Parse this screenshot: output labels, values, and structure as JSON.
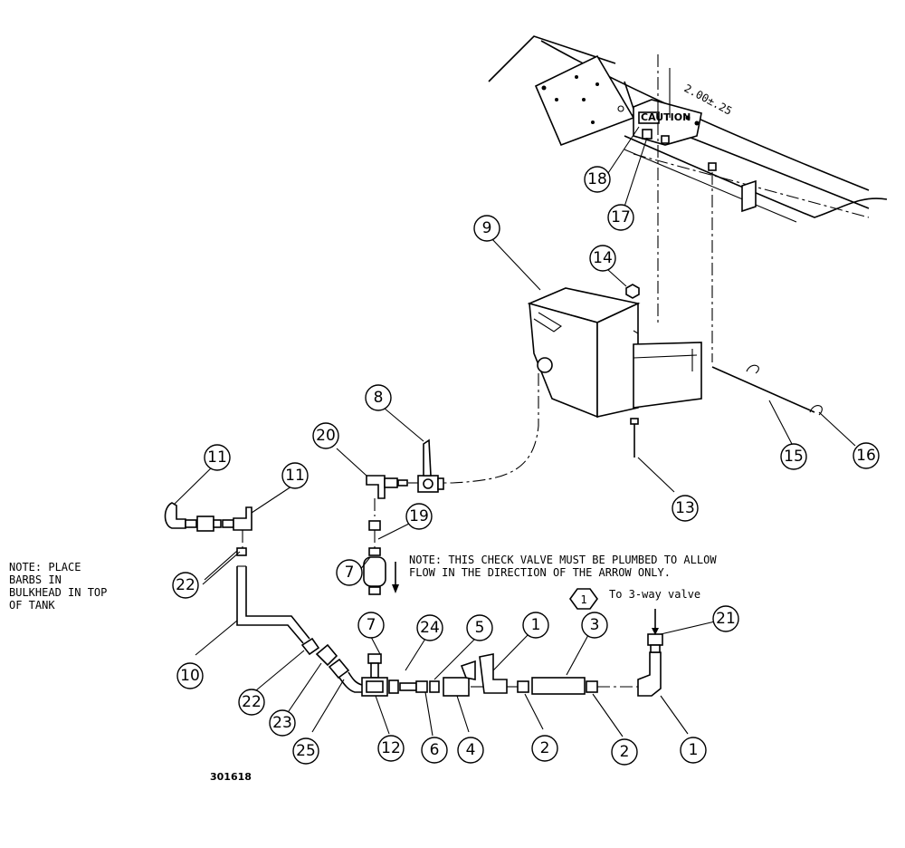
{
  "balloons": [
    {
      "id": "b1",
      "label": "1"
    },
    {
      "id": "b1b",
      "label": "1"
    },
    {
      "id": "b2",
      "label": "2"
    },
    {
      "id": "b2b",
      "label": "2"
    },
    {
      "id": "b3",
      "label": "3"
    },
    {
      "id": "b4",
      "label": "4"
    },
    {
      "id": "b5",
      "label": "5"
    },
    {
      "id": "b6",
      "label": "6"
    },
    {
      "id": "b7",
      "label": "7"
    },
    {
      "id": "b7b",
      "label": "7"
    },
    {
      "id": "b8",
      "label": "8"
    },
    {
      "id": "b9",
      "label": "9"
    },
    {
      "id": "b10",
      "label": "10"
    },
    {
      "id": "b11",
      "label": "11"
    },
    {
      "id": "b11b",
      "label": "11"
    },
    {
      "id": "b12",
      "label": "12"
    },
    {
      "id": "b13",
      "label": "13"
    },
    {
      "id": "b14",
      "label": "14"
    },
    {
      "id": "b15",
      "label": "15"
    },
    {
      "id": "b16",
      "label": "16"
    },
    {
      "id": "b17",
      "label": "17"
    },
    {
      "id": "b18",
      "label": "18"
    },
    {
      "id": "b19",
      "label": "19"
    },
    {
      "id": "b20",
      "label": "20"
    },
    {
      "id": "b21",
      "label": "21"
    },
    {
      "id": "b22",
      "label": "22"
    },
    {
      "id": "b22b",
      "label": "22"
    },
    {
      "id": "b23",
      "label": "23"
    },
    {
      "id": "b24",
      "label": "24"
    },
    {
      "id": "b25",
      "label": "25"
    }
  ],
  "notes": {
    "barbs_line1": "NOTE: PLACE",
    "barbs_line2": "BARBS IN",
    "barbs_line3": "BULKHEAD IN TOP",
    "barbs_line4": "OF TANK",
    "check_line1": "NOTE: THIS CHECK VALVE MUST BE PLUMBED TO ALLOW",
    "check_line2": "FLOW IN THE DIRECTION OF THE ARROW ONLY."
  },
  "hex_note": "1",
  "to_valve": "To 3-way valve",
  "dimension": "2.00±.25",
  "drawing_number": "301618",
  "caution_label": "CAUTION"
}
